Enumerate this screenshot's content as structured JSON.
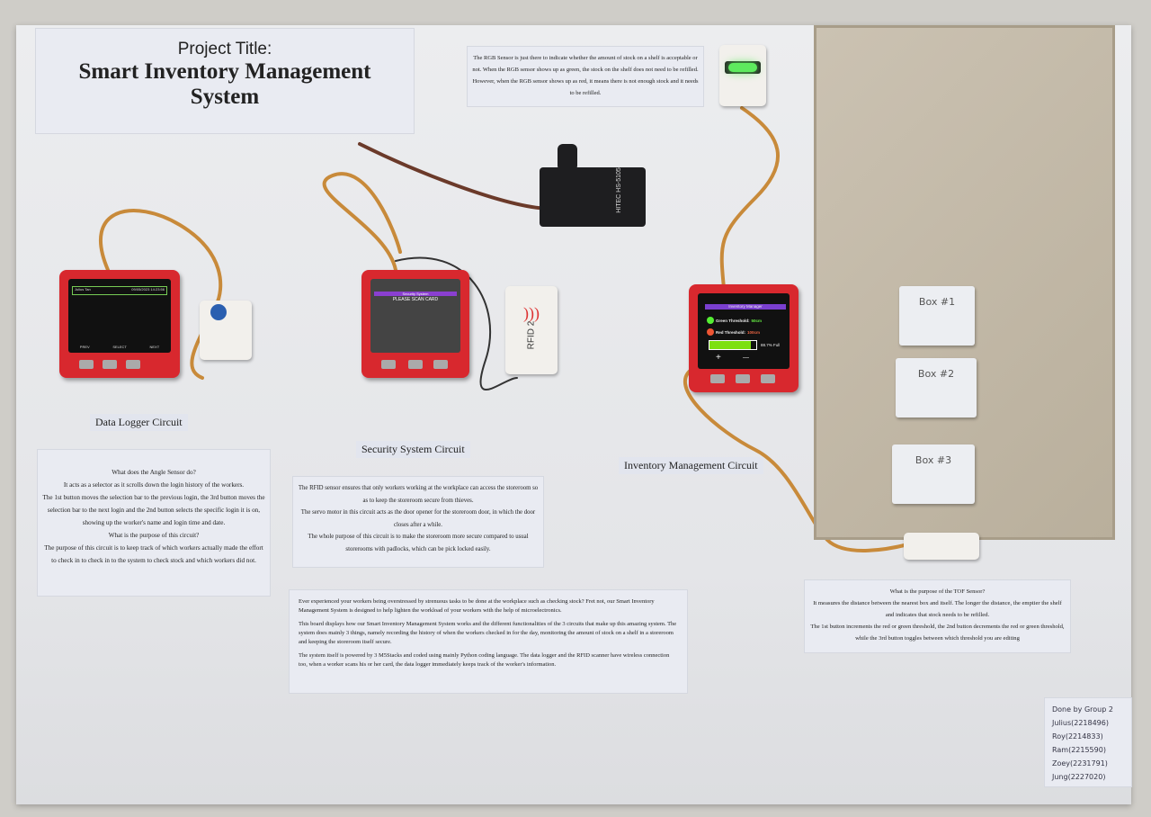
{
  "title": {
    "line1": "Project Title:",
    "line2": "Smart Inventory Management",
    "line3": "System"
  },
  "rgb_note": "The RGB Sensor is just there to indicate whether the amount of stock on a shelf is acceptable or not. When the RGB sensor shows up as green, the stock on the shelf does not need to be refilled. However, when the RGB sensor shows up as red, it means there is not enough stock and it needs to be refilled.",
  "circuits": {
    "data_logger": {
      "label": "Data Logger Circuit",
      "screen": {
        "row": "Julius Tan",
        "date": "09/05/2023 14:23:56",
        "buttons": [
          "PREV",
          "SELECT",
          "NEXT"
        ]
      },
      "text": [
        "What does the Angle Sensor do?",
        "It acts as a selector as it scrolls down the login history of the workers.",
        "The 1st button moves the selection bar to the previous login, the 3rd button moves the selection bar to the next login and the 2nd button selects the specific login it is on, showing up the worker's name and login time and date.",
        "What is the purpose of this circuit?",
        "The purpose of this circuit is to keep track of which workers actually made the effort to check in to check in to the system to check stock and which workers did not."
      ]
    },
    "security": {
      "label": "Security System Circuit",
      "screen": {
        "title": "Security System",
        "msg": "PLEASE SCAN CARD"
      },
      "rfid_label": "RFID 2",
      "text": [
        "The RFID sensor ensures that only workers working at the workplace can access the storeroom so as to keep the storeroom secure from thieves.",
        "The servo motor in this circuit acts as the door opener for the storeroom door, in which the door closes after a while.",
        "The whole purpose of this circuit is to make the storeroom more secure compared to usual storerooms with padlocks, which can be pick locked easily."
      ]
    },
    "inventory": {
      "label": "Inventory Management Circuit",
      "screen": {
        "title": "Inventory Manager",
        "green": "Green Threshold:",
        "green_val": "50cm",
        "red": "Red Threshold:",
        "red_val": "100cm",
        "fill": "88.7% Full",
        "fill_percent": 88.7,
        "plus": "+",
        "minus": "—"
      },
      "text": [
        "What is the purpose of the TOF Sensor?",
        "It measures the distance between the nearest box and itself.  The longer the distance, the emptier the shelf and indicates that stock needs to be refilled.",
        "The 1st button increments the red or green threshold, the 2nd button decrements the red or green threshold, while the 3rd button toggles between which threshold you are editing"
      ]
    }
  },
  "servo_label": "HITEC HS-5105",
  "intro": [
    "Ever experienced your workers being overstressed by strenuous tasks to be done at  the workplace such as checking stock? Fret not, our Smart Inventory Management System is designed to help lighten the workload of your workers with the help of microelectronics.",
    "This board displays how our Smart Inventory Management System works and the different functionalities of the 3 circuits that make up this amazing system. The system does mainly 3 things, namely recording the history of when the workers checked in for the day, monitoring the amount of stock on a shelf in a storeroom and keeping the storeroom itself secure.",
    "The system itself is powered by 3 M5Stacks and coded using mainly Python coding language. The data logger and the RFID scanner have wireless connection too, when a worker scans his or her card, the data logger immediately keeps track of the worker's information."
  ],
  "boxes": [
    "Box #1",
    "Box #2",
    "Box #3"
  ],
  "credits": {
    "title": "Done by Group 2",
    "members": [
      "Julius(2218496)",
      "Roy(2214833)",
      "Ram(2215590)",
      "Zoey(2231791)",
      "Jung(2227020)"
    ]
  },
  "colors": {
    "device": "#d8282e",
    "board": "#e8e9ec",
    "cardboard": "#c2b8a6",
    "rgb_led": "#5eea5e"
  }
}
